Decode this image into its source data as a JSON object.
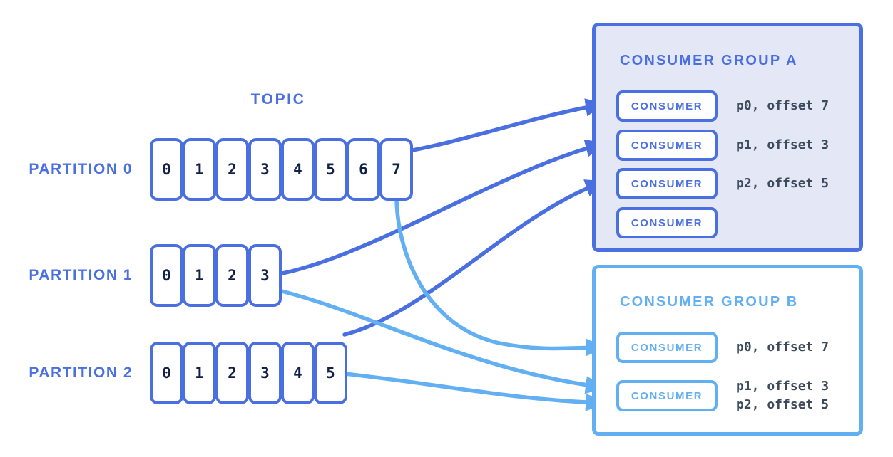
{
  "colors": {
    "royal_blue": "#4a6fe0",
    "light_blue": "#62b0f2",
    "group_a_fill": "#e4e7f6",
    "group_b_fill": "#ffffff",
    "cell_text": "#102048",
    "assignment_text": "#3c4a5c",
    "background": "#ffffff"
  },
  "topic": {
    "title": "TOPIC",
    "partitions": [
      {
        "label": "PARTITION 0",
        "offsets": [
          "0",
          "1",
          "2",
          "3",
          "4",
          "5",
          "6",
          "7"
        ]
      },
      {
        "label": "PARTITION 1",
        "offsets": [
          "0",
          "1",
          "2",
          "3"
        ]
      },
      {
        "label": "PARTITION 2",
        "offsets": [
          "0",
          "1",
          "2",
          "3",
          "4",
          "5"
        ]
      }
    ]
  },
  "groups": [
    {
      "title": "CONSUMER GROUP A",
      "consumers": [
        {
          "label": "CONSUMER",
          "assignment": "p0, offset 7"
        },
        {
          "label": "CONSUMER",
          "assignment": "p1, offset 3"
        },
        {
          "label": "CONSUMER",
          "assignment": "p2, offset 5"
        },
        {
          "label": "CONSUMER",
          "assignment": ""
        }
      ]
    },
    {
      "title": "CONSUMER GROUP B",
      "consumers": [
        {
          "label": "CONSUMER",
          "assignment": "p0, offset 7"
        },
        {
          "label": "CONSUMER",
          "assignment": "p1, offset 3\np2, offset 5"
        }
      ]
    }
  ]
}
